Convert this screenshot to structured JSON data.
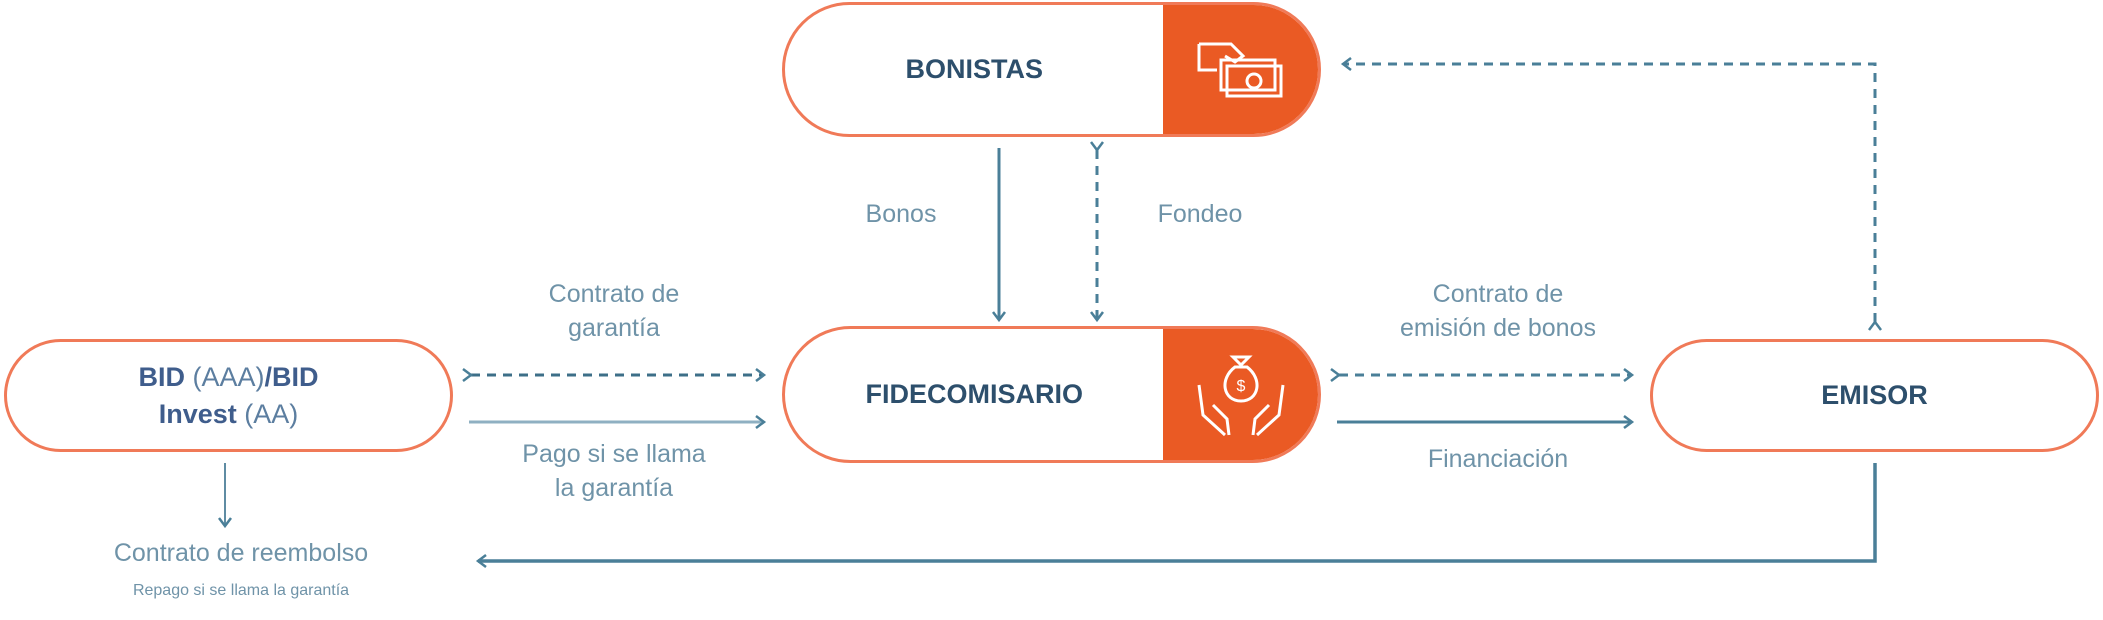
{
  "nodes": {
    "bonistas": "BONISTAS",
    "fidecomisario": "FIDECOMISARIO",
    "bid_bold1": "BID",
    "bid_light1": "(AAA)",
    "bid_bold2": "/BID",
    "bid_bold3": "Invest",
    "bid_light2": "(AA)",
    "emisor": "EMISOR"
  },
  "icons": {
    "bonistas": "hand-money-icon",
    "fidecomisario": "hands-money-bag-icon"
  },
  "labels": {
    "bonos": "Bonos",
    "fondeo": "Fondeo",
    "contrato_garantia_1": "Contrato de",
    "contrato_garantia_2": "garantía",
    "pago_1": "Pago si se llama",
    "pago_2": "la garantía",
    "contrato_emision_1": "Contrato de",
    "contrato_emision_2": "emisión de bonos",
    "financiacion": "Financiación",
    "reembolso": "Contrato de reembolso",
    "repago": "Repago si se llama la garantía"
  },
  "colors": {
    "accent": "#ea5a24",
    "navy": "#2d4f6c",
    "arrow": "#4a7f98"
  }
}
